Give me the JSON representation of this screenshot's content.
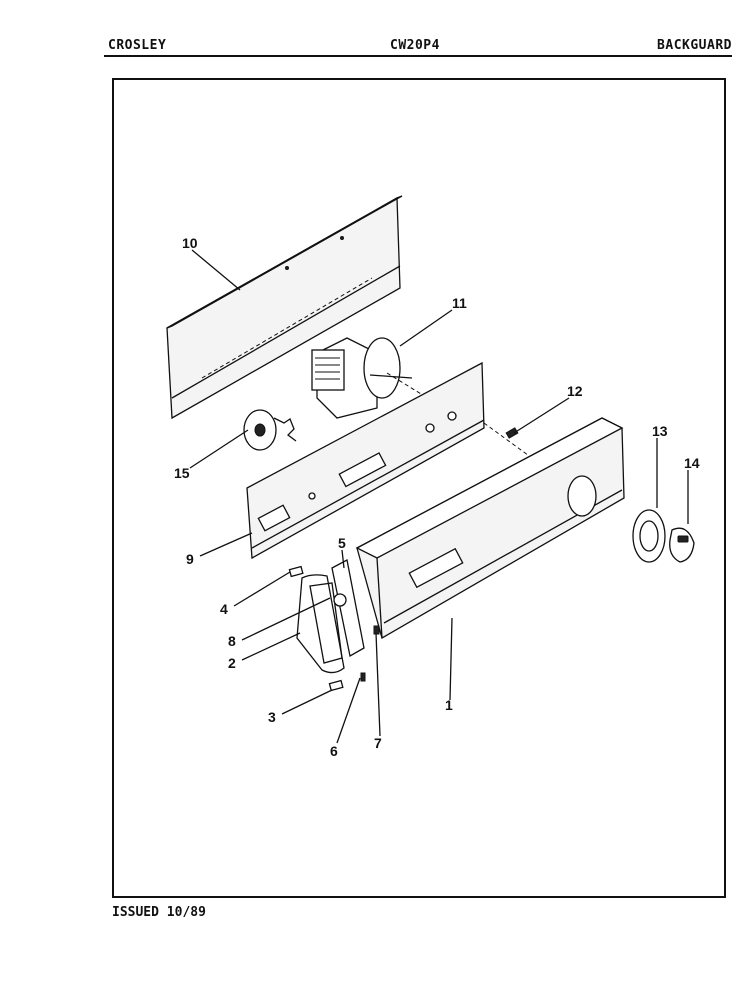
{
  "header": {
    "brand": "CROSLEY",
    "model": "CW20P4",
    "section": "BACKGUARD"
  },
  "footer": {
    "issued": "ISSUED 10/89"
  },
  "callouts": {
    "c1": "1",
    "c2": "2",
    "c3": "3",
    "c4": "4",
    "c5": "5",
    "c6": "6",
    "c7": "7",
    "c8": "8",
    "c9": "9",
    "c10": "10",
    "c11": "11",
    "c12": "12",
    "c13": "13",
    "c14": "14",
    "c15": "15"
  }
}
